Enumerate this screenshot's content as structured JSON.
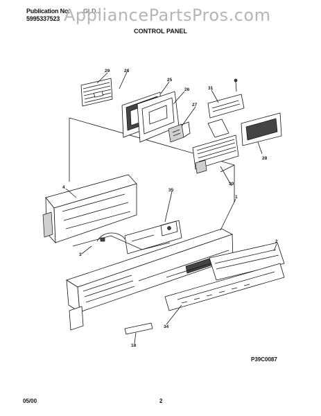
{
  "header": {
    "publication_label": "Publication No.",
    "publication_number": "5995337523",
    "model_partial": "GLD...",
    "watermark": "AppliancePartsPros.com"
  },
  "title": "CONTROL PANEL",
  "callouts": [
    "29",
    "28",
    "25",
    "26",
    "31",
    "27",
    "28",
    "30",
    "4",
    "35",
    "1",
    "2",
    "3",
    "34",
    "18"
  ],
  "drawing_code": "P39C0087",
  "footer": {
    "date": "05/00",
    "page": "2"
  }
}
